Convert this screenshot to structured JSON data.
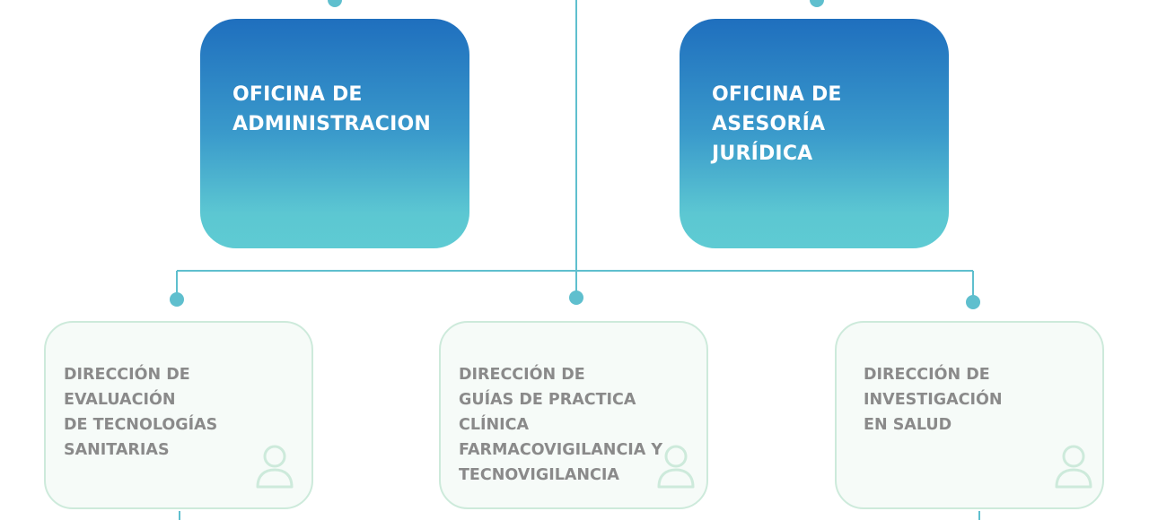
{
  "colors": {
    "connector": "#5fbfce",
    "office_gradient_top": "#1f6fbe",
    "office_gradient_bottom": "#5ecbd3",
    "direction_border": "#cdeadb",
    "direction_fill": "#f6fbf8",
    "direction_text": "#8a8a8a",
    "icon_stroke": "#cdeadb"
  },
  "offices": [
    {
      "label": "OFICINA DE\nADMINISTRACION"
    },
    {
      "label": "OFICINA DE\nASESORÍA\nJURÍDICA"
    }
  ],
  "directions": [
    {
      "label": "DIRECCIÓN DE\nEVALUACIÓN\nDE TECNOLOGÍAS\nSANITARIAS",
      "icon": "person-icon"
    },
    {
      "label": "DIRECCIÓN DE\nGUÍAS DE PRACTICA CLÍNICA\nFARMACOVIGILANCIA Y\nTECNOVIGILANCIA",
      "icon": "person-icon"
    },
    {
      "label": "DIRECCIÓN DE\nINVESTIGACIÓN\nEN SALUD",
      "icon": "person-icon"
    }
  ]
}
